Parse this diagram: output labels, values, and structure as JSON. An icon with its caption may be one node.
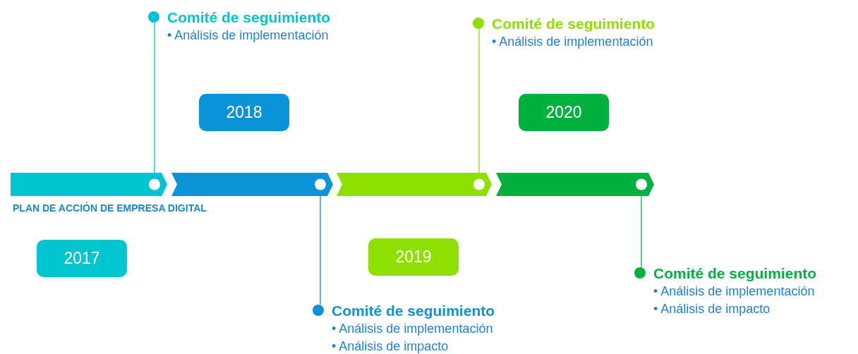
{
  "diagram": {
    "nodes": [
      {
        "text": [],
        "shape": "bar"
      },
      {
        "text": [],
        "shape": "bar"
      },
      {
        "text": [],
        "shape": "bar"
      },
      {
        "text": [],
        "shape": "bar"
      },
      {
        "text": [
          "2017"
        ]
      },
      {
        "text": [
          "2018"
        ]
      },
      {
        "text": [
          "2019"
        ]
      },
      {
        "text": [
          "2020"
        ]
      },
      {
        "text": [
          "Comité de seguimiento",
          "• Análisis de implementación"
        ]
      },
      {
        "text": [
          "Comité de seguimiento",
          "• Análisis de implementación",
          "• Análisis de impacto"
        ]
      },
      {
        "text": [
          "Comité de seguimiento",
          "• Análisis de implementación"
        ]
      },
      {
        "text": [
          "Comité de seguimiento",
          "• Análisis de implementación",
          "• Análisis de impacto"
        ]
      }
    ],
    "edges": [
      {
        "from": 0,
        "to": 8,
        "arrow": "none",
        "color": "#00c4cf"
      },
      {
        "from": 1,
        "to": 9,
        "arrow": "none",
        "color": "#0a93d8"
      },
      {
        "from": 2,
        "to": 10,
        "arrow": "none",
        "color": "#8ee000"
      },
      {
        "from": 3,
        "to": 11,
        "arrow": "none",
        "color": "#00b140"
      }
    ],
    "labels": [
      "PLAN DE ACCIÓN DE EMPRESA DIGITAL"
    ]
  }
}
